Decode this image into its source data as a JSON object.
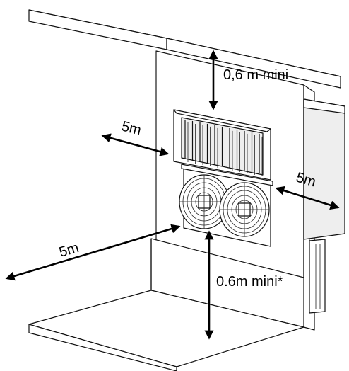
{
  "labels": {
    "top_clearance": "0,6 m mini",
    "left_clearance": "5m",
    "right_clearance": "5m",
    "front_clearance": "5m",
    "bottom_clearance": "0.6m mini*"
  },
  "colors": {
    "line": "#111111",
    "arrow": "#000000",
    "background": "#ffffff"
  }
}
